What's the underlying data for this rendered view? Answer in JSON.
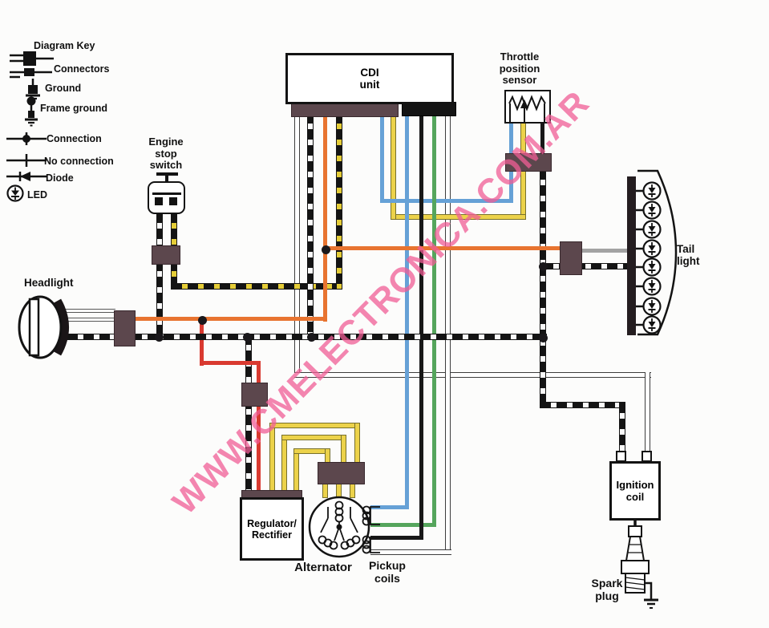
{
  "legend": {
    "title": "Diagram Key",
    "items": [
      {
        "label": "Connectors",
        "icon": "connectors-icon"
      },
      {
        "label": "Ground",
        "icon": "ground-icon"
      },
      {
        "label": "Frame ground",
        "icon": "frame-ground-icon"
      },
      {
        "label": "Connection",
        "icon": "connection-icon"
      },
      {
        "label": "No connection",
        "icon": "no-connection-icon"
      },
      {
        "label": "Diode",
        "icon": "diode-icon"
      },
      {
        "label": "LED",
        "icon": "led-icon"
      }
    ]
  },
  "components": {
    "cdi": {
      "lines": [
        "CDI",
        "unit"
      ]
    },
    "throttle_position_sensor": {
      "lines": [
        "Throttle",
        "position",
        "sensor"
      ]
    },
    "engine_stop_switch": {
      "lines": [
        "Engine",
        "stop",
        "switch"
      ]
    },
    "headlight": {
      "label": "Headlight"
    },
    "tail_light": {
      "lines": [
        "Tail",
        "light"
      ],
      "led_count": 8
    },
    "regulator_rectifier": {
      "lines": [
        "Regulator/",
        "Rectifier"
      ]
    },
    "alternator": {
      "label": "Alternator"
    },
    "pickup_coils": {
      "lines": [
        "Pickup",
        "coils"
      ]
    },
    "ignition_coil": {
      "lines": [
        "Ignition",
        "coil"
      ]
    },
    "spark_plug": {
      "lines": [
        "Spark",
        "plug"
      ]
    }
  },
  "watermark": {
    "text": "WWW.CMELECTRONICA.COM.AR",
    "color": "#ef5f96"
  },
  "wire_colors": {
    "orange": "#e87430",
    "red": "#d93a30",
    "yellow": "#ecd24a",
    "blue": "#66a1d6",
    "green": "#55a55c",
    "black": "#181818",
    "white": "#ffffff",
    "gray": "#a3a3a3",
    "black_white_stripe": "#141414/#fafafa",
    "black_yellow_stripe": "#141414/#e5cd37",
    "connector_brown": "#5c474d"
  }
}
